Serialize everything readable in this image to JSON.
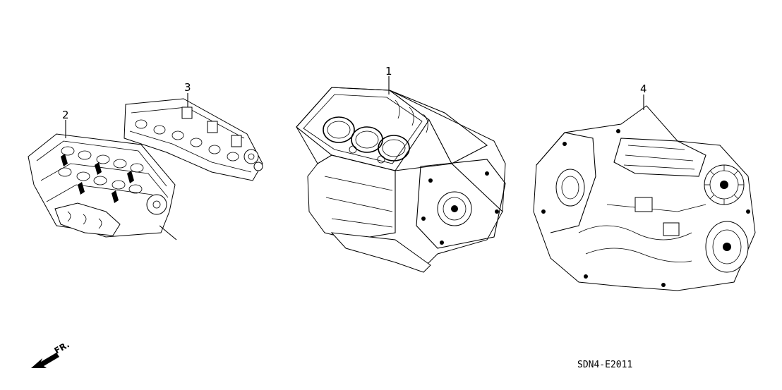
{
  "callouts": [
    {
      "number": "1",
      "part": "engine-block"
    },
    {
      "number": "2",
      "part": "cylinder-head-front"
    },
    {
      "number": "3",
      "part": "cylinder-head-rear"
    },
    {
      "number": "4",
      "part": "transmission"
    }
  ],
  "direction_indicator": {
    "label": "FR.",
    "icon": "arrow-front-icon"
  },
  "diagram_code": "SDN4-E2011",
  "colors": {
    "line": "#000000",
    "background": "#ffffff"
  }
}
